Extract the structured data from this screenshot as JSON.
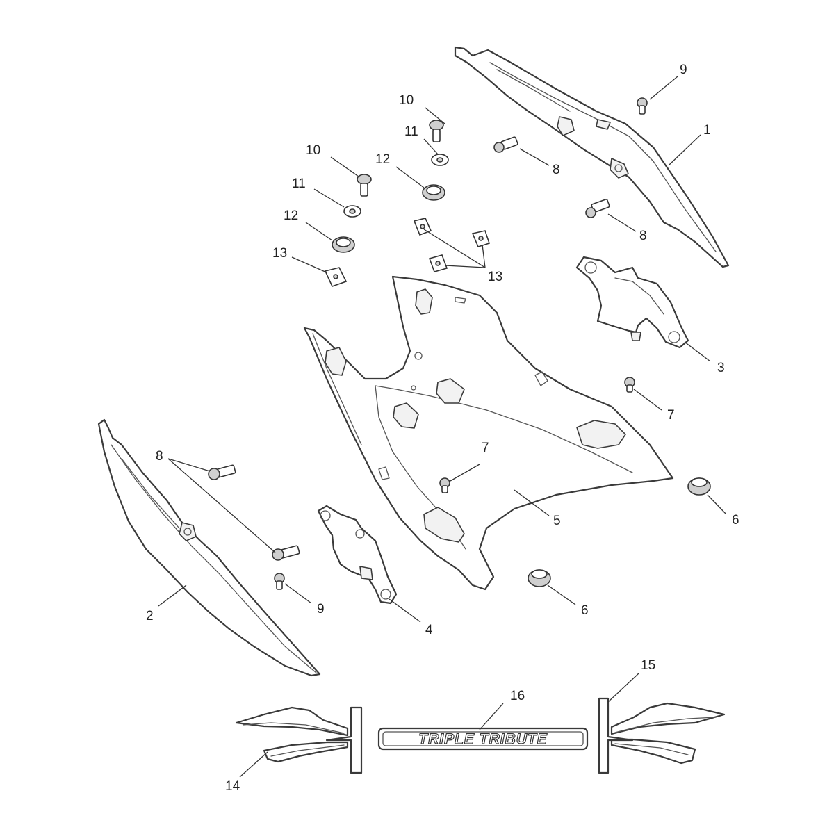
{
  "callouts": {
    "c1": "1",
    "c2": "2",
    "c3": "3",
    "c4": "4",
    "c5": "5",
    "c6a": "6",
    "c6b": "6",
    "c7a": "7",
    "c7b": "7",
    "c8a": "8",
    "c8b": "8",
    "c8c": "8",
    "c9a": "9",
    "c9b": "9",
    "c10a": "10",
    "c10b": "10",
    "c11a": "11",
    "c11b": "11",
    "c12a": "12",
    "c12b": "12",
    "c13a": "13",
    "c13b": "13",
    "c14": "14",
    "c15": "15",
    "c16": "16"
  },
  "decal": {
    "text": "TRIPLE TRIBUTE"
  }
}
